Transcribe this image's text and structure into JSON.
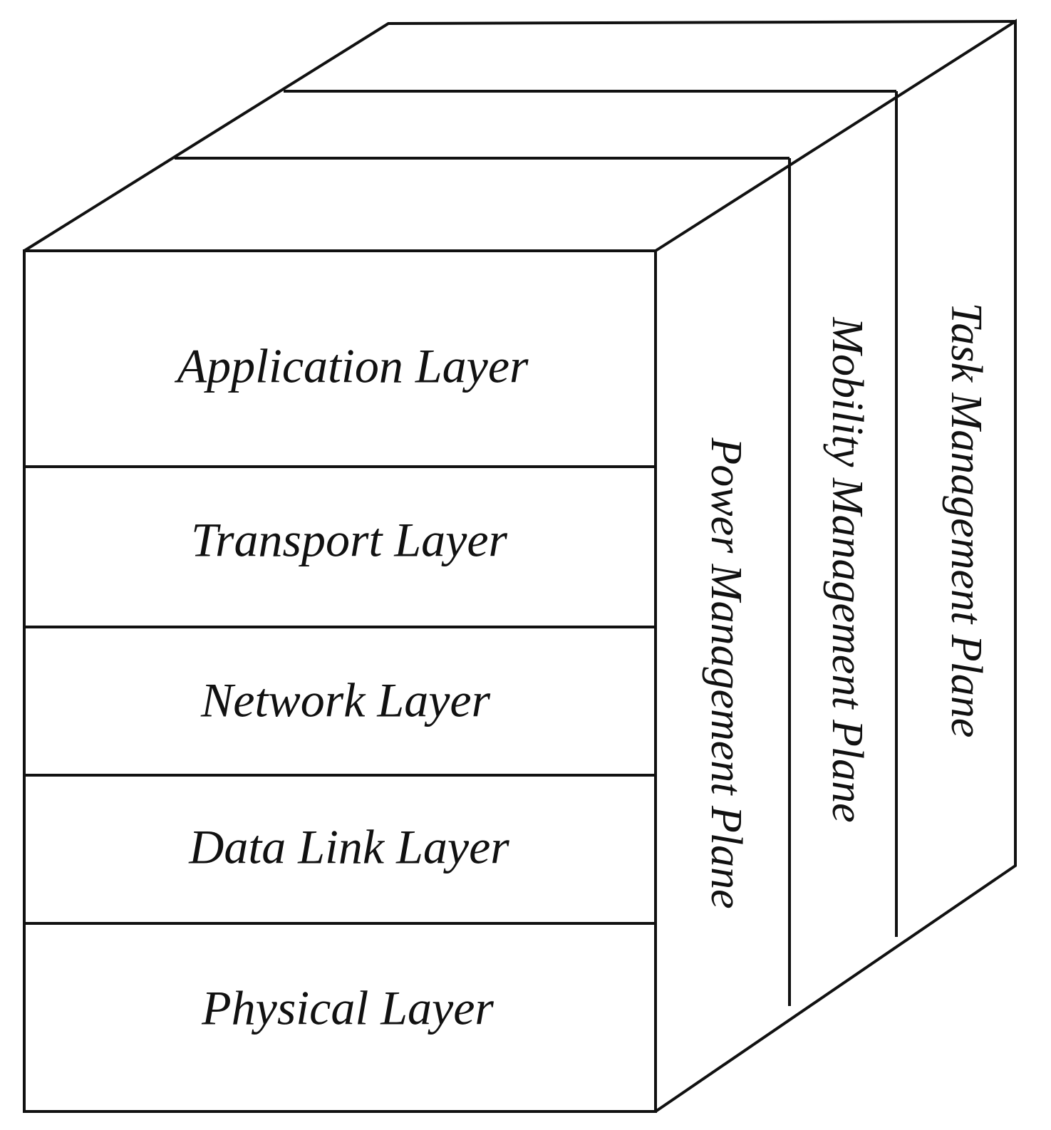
{
  "layers": [
    "Application Layer",
    "Transport Layer",
    "Network Layer",
    "Data Link Layer",
    "Physical Layer"
  ],
  "planes": [
    "Power Management Plane",
    "Mobility Management Plane",
    "Task Management Plane"
  ],
  "colors": {
    "line": "#111111",
    "background": "#ffffff"
  }
}
